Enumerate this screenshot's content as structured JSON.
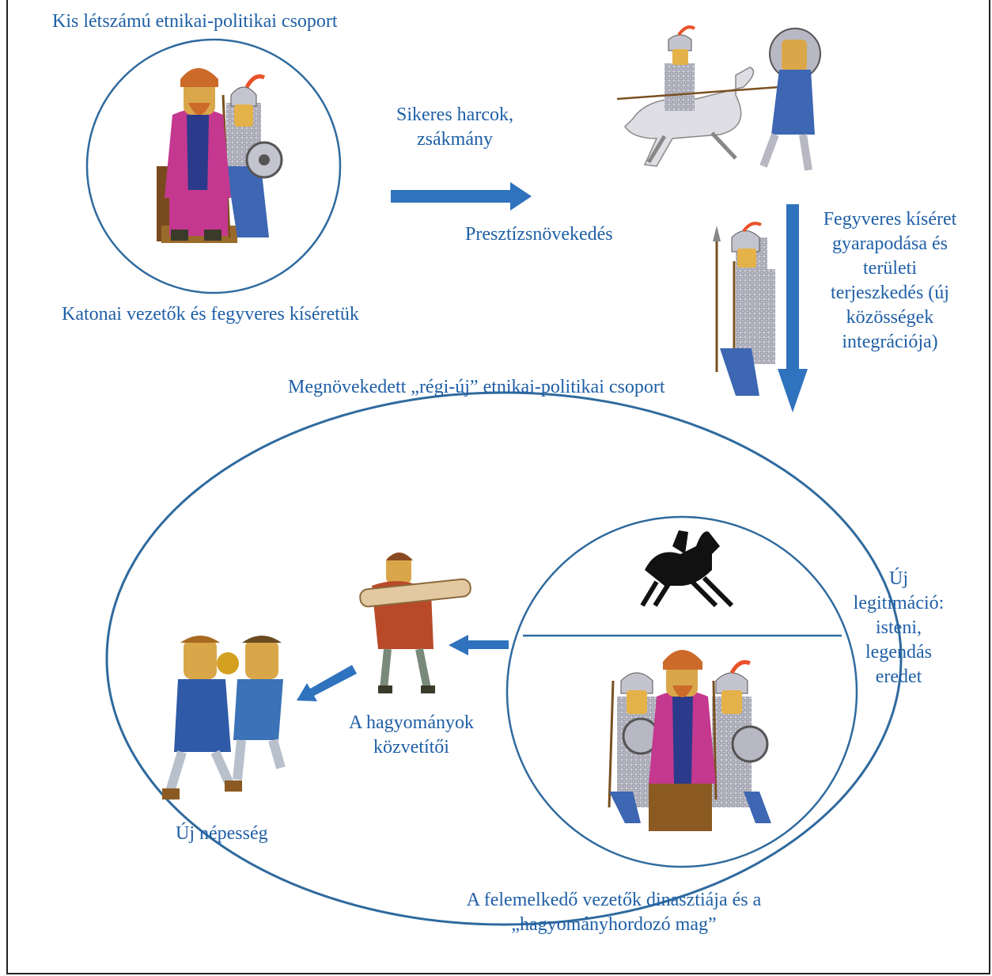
{
  "colors": {
    "text": "#1f5fa6",
    "arrow": "#2f72bd",
    "circle": "#2f6a9e",
    "chainmail": "#b8b8c4",
    "robe_pink": "#c4388f",
    "robe_blue": "#3d66b3",
    "skin": "#d9a74a",
    "hair": "#cc6a2a"
  },
  "labels": {
    "small_group": "Kis létszámú etnikai-politikai csoport",
    "military_leaders": "Katonai vezetők és fegyveres kíséretük",
    "successful_battles": "Sikeres harcok, zsákmány",
    "prestige_growth": "Presztízsnövekedés",
    "armed_retinue": "Fegyveres kíséret gyarapodása és területi terjeszkedés (új közösségek integrációja)",
    "enlarged_group": "Megnövekedett „régi-új” etnikai-politikai csoport",
    "new_legitimation": "Új legitimáció: isteni, legendás eredet",
    "tradition_mediators": "A hagyományok közvetítői",
    "new_population": "Új népesség",
    "rising_dynasty": "A felemelkedő vezetők dinasztiája és a „hagyományhordozó mag”"
  },
  "icons": [
    "seated-leader-with-guard-icon",
    "horseman-spearing-foot-soldier-icon",
    "armed-retinue-soldiers-icon",
    "black-horseman-figure-icon",
    "leader-dynasty-with-guards-icon",
    "musician-with-instrument-icon",
    "new-population-people-icon"
  ]
}
